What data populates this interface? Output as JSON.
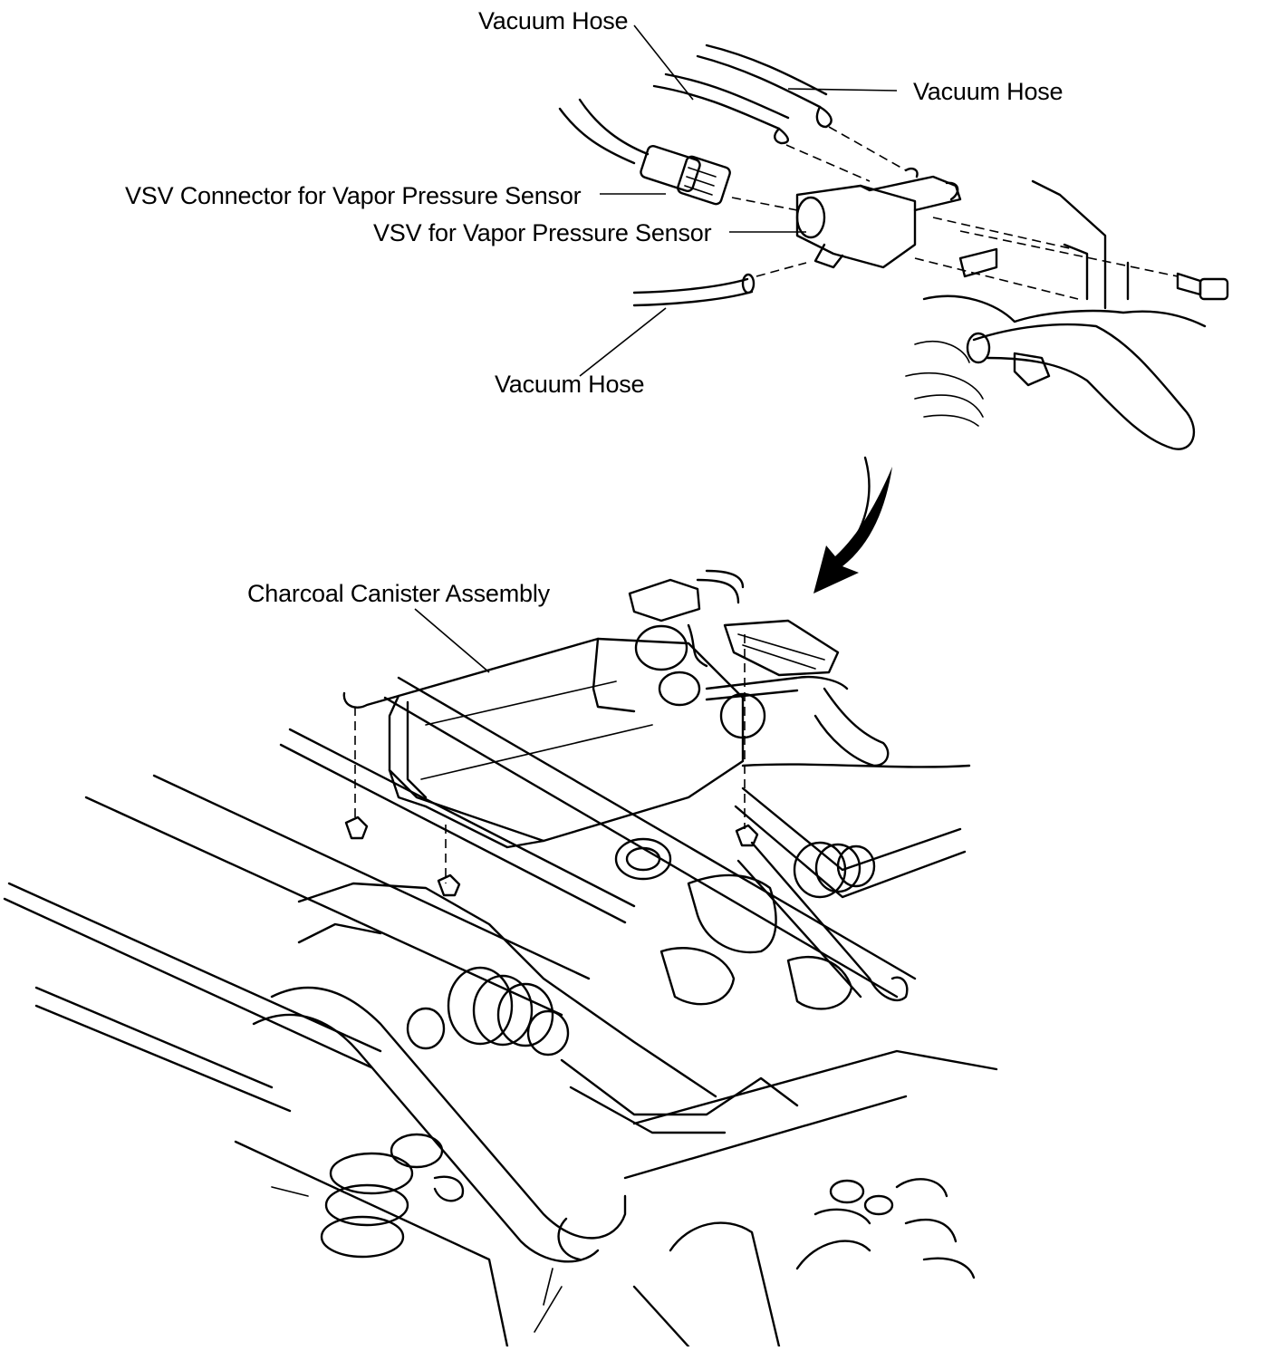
{
  "labels": {
    "vacuum_hose_top": "Vacuum Hose",
    "vacuum_hose_right": "Vacuum Hose",
    "vsv_connector": "VSV Connector for Vapor Pressure Sensor",
    "vsv": "VSV for Vapor Pressure Sensor",
    "vacuum_hose_bottom": "Vacuum Hose",
    "charcoal_canister": "Charcoal Canister Assembly"
  }
}
